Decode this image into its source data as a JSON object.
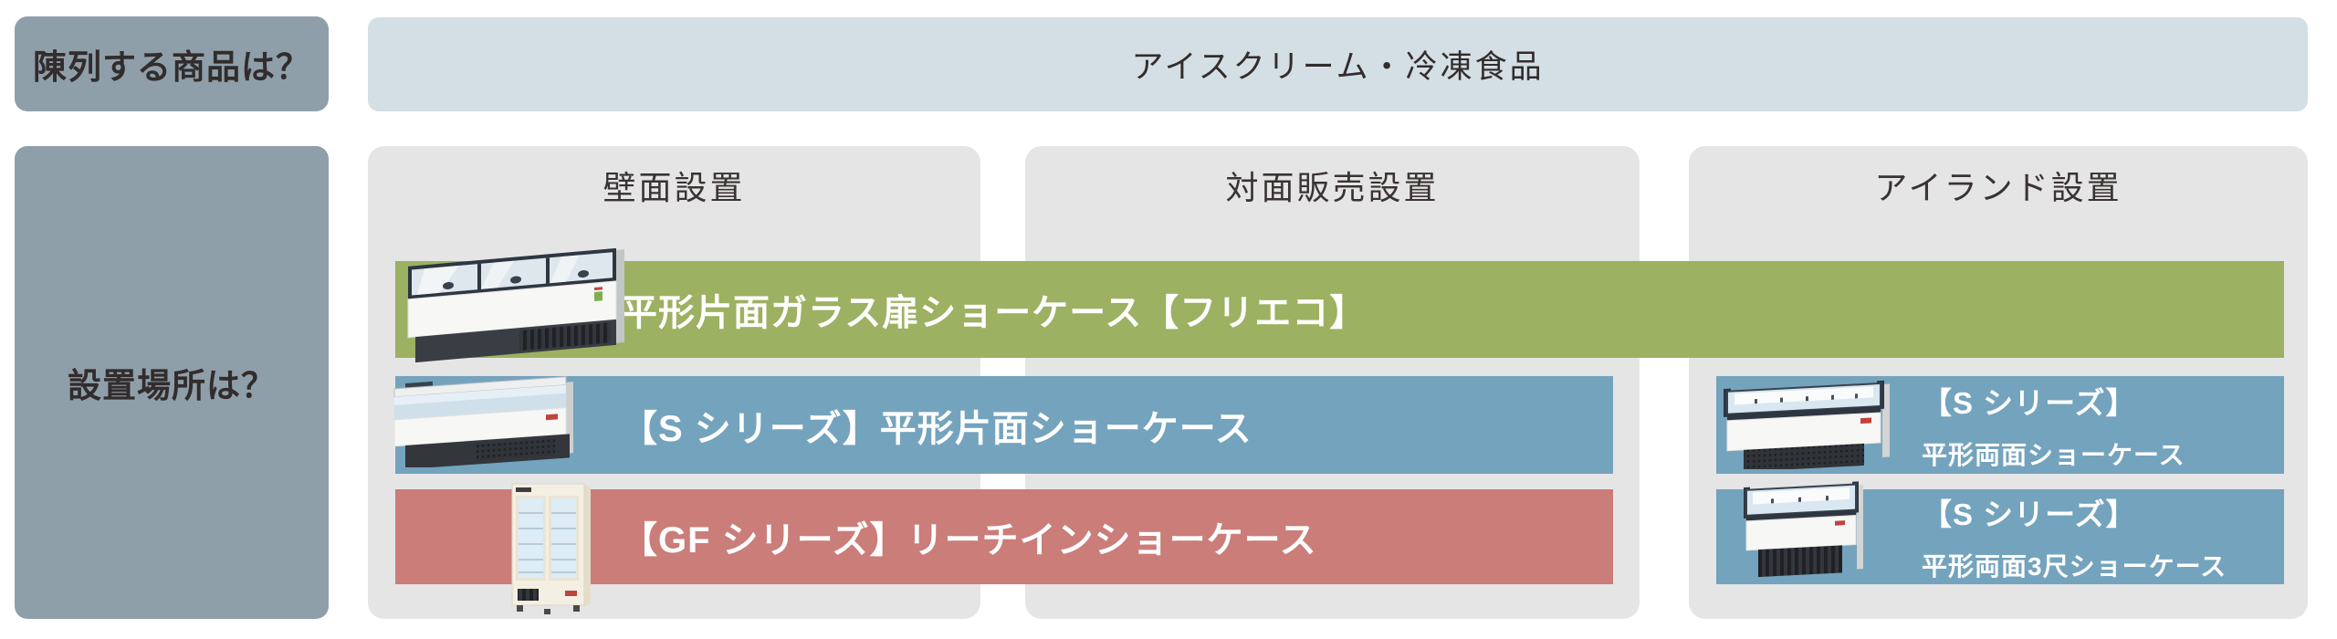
{
  "colors": {
    "page-bg": "#ffffff",
    "sidebar": "#8f9fa9",
    "topbar": "#d3dfe4",
    "column-bg": "#e5e5e5",
    "green": "#9cb161",
    "blue": "#74a3bd",
    "red": "#ca7d79",
    "dark-text": "#322c2c",
    "light-text": "#ffffff"
  },
  "questions": {
    "product": "陳列する商品は？",
    "location": "設置場所は？"
  },
  "category_bar": {
    "label": "アイスクリーム・冷凍食品"
  },
  "columns": [
    {
      "label": "壁面設置"
    },
    {
      "label": "対面販売設置"
    },
    {
      "label": "アイランド設置"
    }
  ],
  "products": {
    "frieco": {
      "label": "平形片面ガラス扉ショーケース【フリエコ】"
    },
    "s_flat_single": {
      "label": "【S シリーズ】平形片面ショーケース"
    },
    "gf_reachin": {
      "label": "【GF シリーズ】リーチインショーケース"
    },
    "s_flat_double": {
      "line1": "【S シリーズ】",
      "line2": "平形両面ショーケース"
    },
    "s_flat_double_3shaku": {
      "line1": "【S シリーズ】",
      "line2": "平形両面3尺ショーケース"
    }
  }
}
